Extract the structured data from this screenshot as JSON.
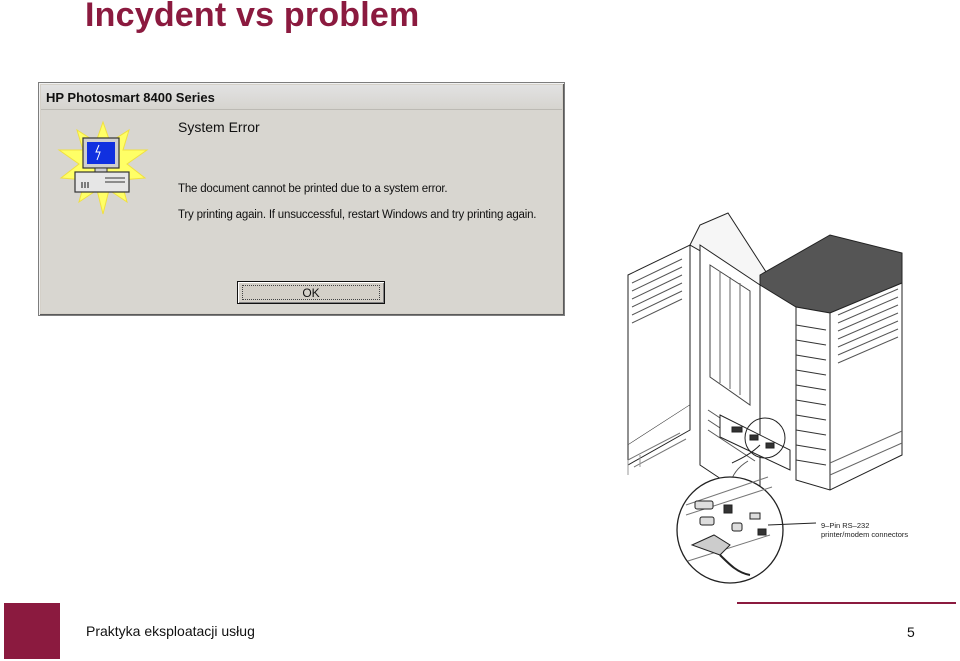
{
  "slide": {
    "title": "Incydent vs problem",
    "footer_text": "Praktyka eksploatacji usług",
    "page_number": "5",
    "accent_color": "#8b1a3f"
  },
  "dialog": {
    "window_title": "HP Photosmart 8400 Series",
    "heading": "System Error",
    "message_line1": "The document cannot be printed due to a system error.",
    "message_line2": "Try printing again. If unsuccessful, restart Windows and try printing again.",
    "ok_label": "OK",
    "icon": "computer-error-icon"
  },
  "illustration": {
    "icon": "server-cabinet-illustration",
    "callout_label": "9–Pin RS–232 printer/modem connectors"
  }
}
